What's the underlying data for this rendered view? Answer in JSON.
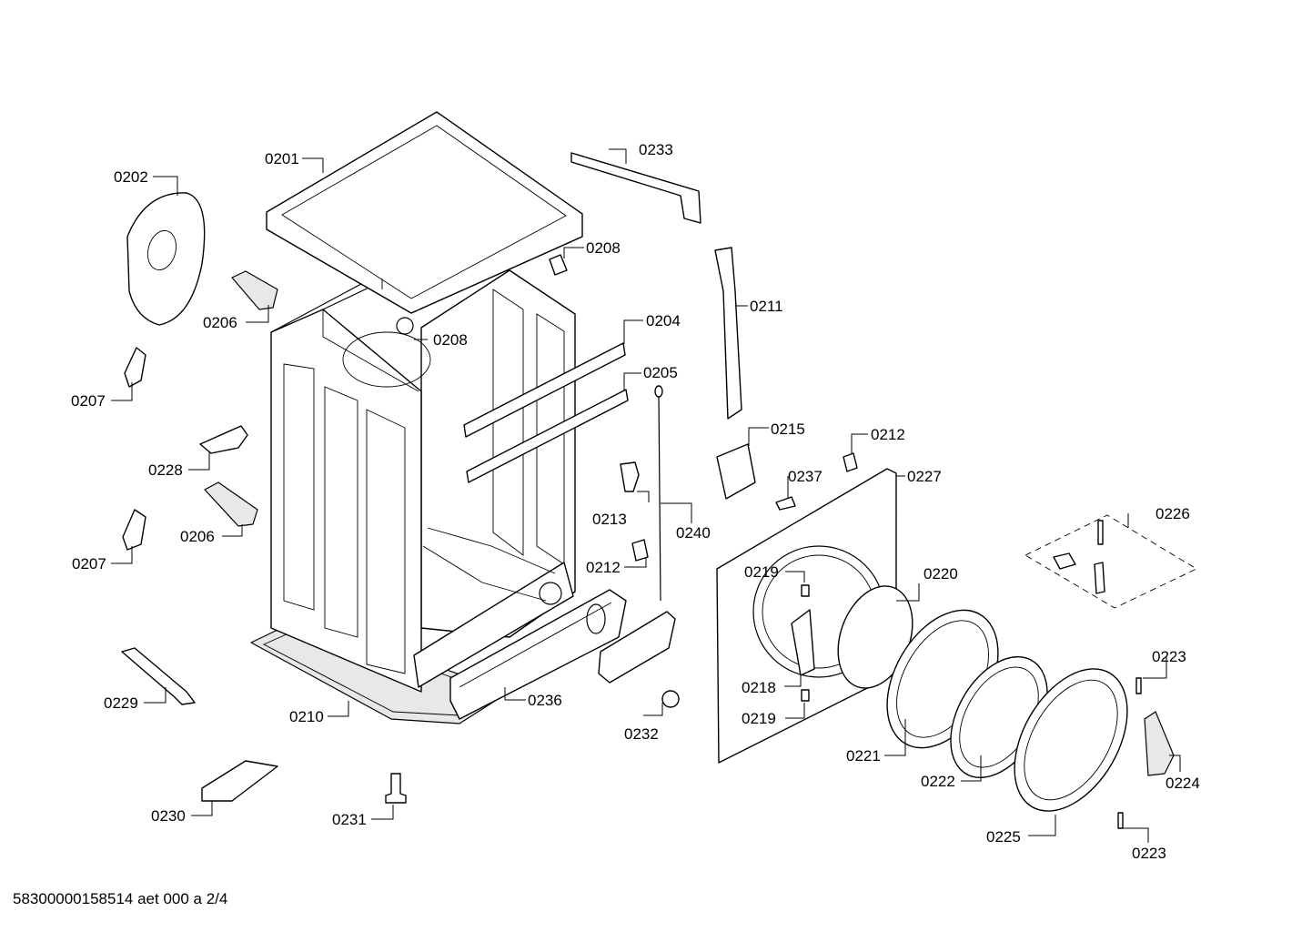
{
  "callouts": {
    "c0201": "0201",
    "c0202": "0202",
    "c0204": "0204",
    "c0205": "0205",
    "c0206a": "0206",
    "c0206b": "0206",
    "c0207a": "0207",
    "c0207b": "0207",
    "c0208a": "0208",
    "c0208b": "0208",
    "c0210": "0210",
    "c0211": "0211",
    "c0212a": "0212",
    "c0212b": "0212",
    "c0213": "0213",
    "c0215": "0215",
    "c0218": "0218",
    "c0219a": "0219",
    "c0219b": "0219",
    "c0220": "0220",
    "c0221": "0221",
    "c0222": "0222",
    "c0223a": "0223",
    "c0223b": "0223",
    "c0224": "0224",
    "c0225": "0225",
    "c0226": "0226",
    "c0227": "0227",
    "c0228": "0228",
    "c0229": "0229",
    "c0230": "0230",
    "c0231": "0231",
    "c0232": "0232",
    "c0233": "0233",
    "c0236": "0236",
    "c0237": "0237",
    "c0240": "0240"
  },
  "footer": {
    "document_id": "58300000158514 aet 000 a 2/4"
  }
}
